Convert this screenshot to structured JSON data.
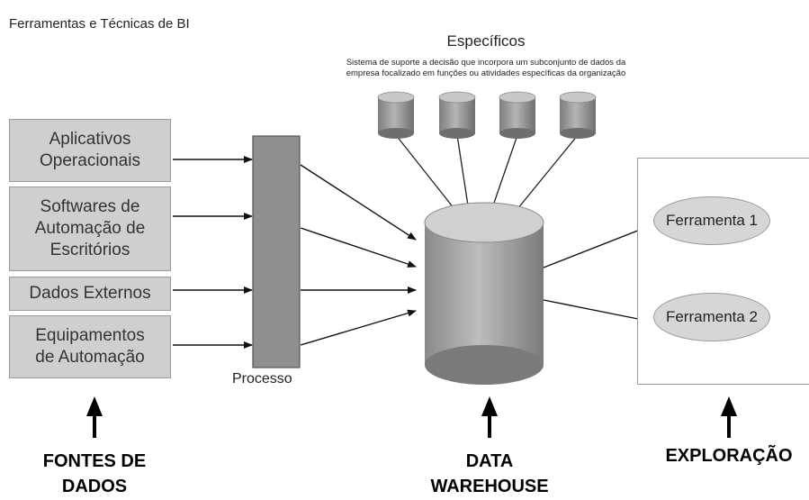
{
  "title": "Ferramentas e Técnicas de BI",
  "especificos": {
    "title": "Específicos",
    "description": "Sistema de suporte a decisão que incorpora um subconjunto de dados da\nempresa focalizado em funções ou atividades específicas da organização"
  },
  "sources": [
    "Aplicativos\nOperacionais",
    "Softwares de\nAutomação de\nEscritórios",
    "Dados Externos",
    "Equipamentos\nde Automação"
  ],
  "processo_label": "Processo",
  "tools": [
    "Ferramenta 1",
    "Ferramenta 2"
  ],
  "bottom_labels": {
    "fontes": "FONTES DE\nDADOS",
    "dw": "DATA\nWAREHOUSE",
    "exploracao": "EXPLORAÇÃO"
  }
}
